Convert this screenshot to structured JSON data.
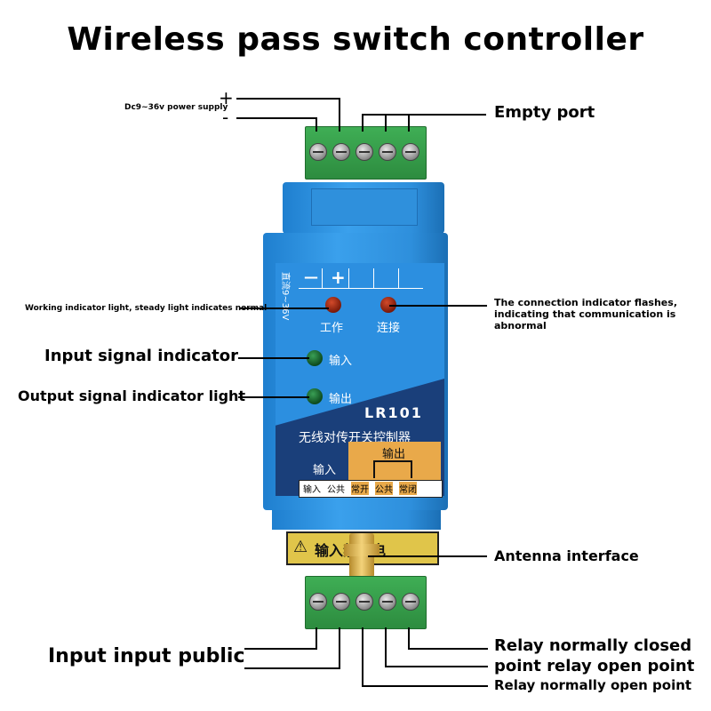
{
  "title": "Wireless pass switch controller",
  "labels": {
    "plus": "+",
    "minus": "-",
    "power_supply": "Dc9~36v power supply",
    "empty_port": "Empty port",
    "working_indicator": "Working indicator light, steady light indicates normal",
    "connection_indicator": "The connection indicator flashes, indicating that communication is abnormal",
    "input_signal_indicator": "Input signal indicator",
    "output_signal_indicator": "Output signal indicator light",
    "antenna_interface": "Antenna interface",
    "input_input_public": "Input input public",
    "relay_normally_closed": "Relay normally closed",
    "point_relay_open_point": "point relay open point",
    "relay_normally_open_point": "Relay normally open point"
  },
  "device": {
    "side_text": "直流9~36V",
    "top_minus": "—",
    "top_plus": "+",
    "work": "工作",
    "connect": "连接",
    "input": "输入",
    "output": "输出",
    "model": "LR101",
    "name": "无线对传开关控制器",
    "input_group": "输入",
    "output_group": "输出",
    "term_input": "输入",
    "term_common": "公共",
    "term_no": "常开",
    "term_common2": "公共",
    "term_nc": "常闭",
    "warning": "输入禁带电"
  }
}
